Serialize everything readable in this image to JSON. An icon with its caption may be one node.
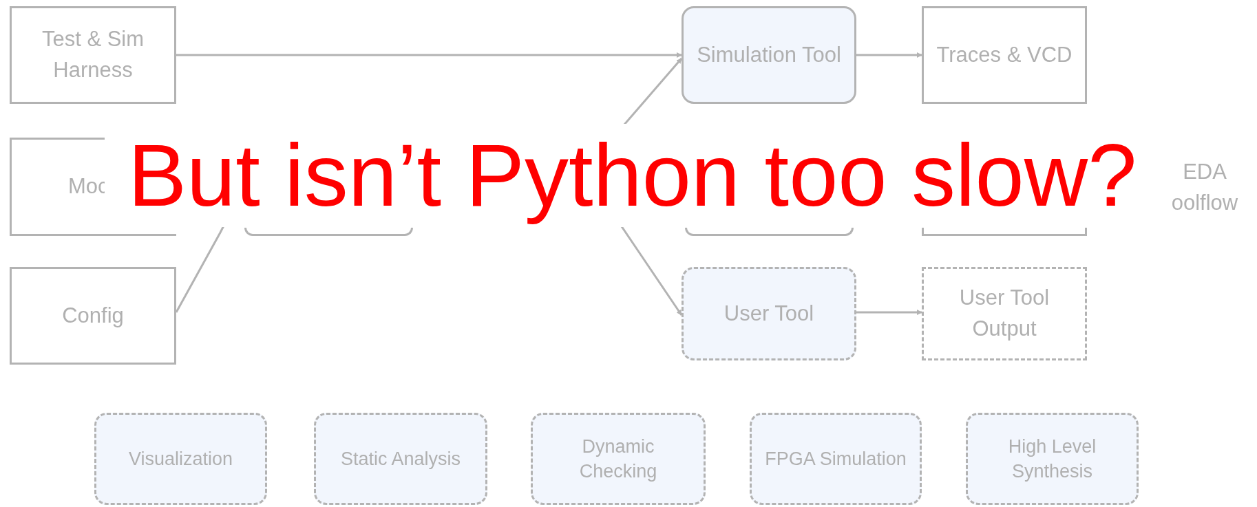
{
  "diagram": {
    "title": "But isn’t Python too slow?",
    "nodes": [
      {
        "text": [
          "Test & Sim Harness"
        ]
      },
      {
        "text": [
          "Simulation Tool"
        ]
      },
      {
        "text": [
          "Traces & VCD"
        ]
      },
      {
        "text": [
          "Moc"
        ]
      },
      {
        "text": [],
        "shape": "box"
      },
      {
        "text": [],
        "shape": "box"
      },
      {
        "text": [],
        "shape": "box"
      },
      {
        "text": [
          "Config"
        ]
      },
      {
        "text": [
          "User Tool"
        ]
      },
      {
        "text": [
          "User Tool Output"
        ]
      },
      {
        "text": [
          "Visualization"
        ]
      },
      {
        "text": [
          "Static Analysis"
        ]
      },
      {
        "text": [
          "Dynamic Checking"
        ]
      },
      {
        "text": [
          "FPGA Simulation"
        ]
      },
      {
        "text": [
          "High Level Synthesis"
        ]
      }
    ],
    "edges": [
      {
        "from": 0,
        "to": 1,
        "arrow": "to"
      },
      {
        "from": 1,
        "to": 2,
        "arrow": "to"
      },
      {
        "from": 4,
        "to": 1,
        "arrow": "to"
      },
      {
        "from": 4,
        "to": 8,
        "arrow": "to"
      },
      {
        "from": 8,
        "to": 9,
        "arrow": "to"
      },
      {
        "from": 7,
        "to": 4,
        "arrow": "none"
      }
    ],
    "labels": [
      "EDA oolflow"
    ]
  }
}
